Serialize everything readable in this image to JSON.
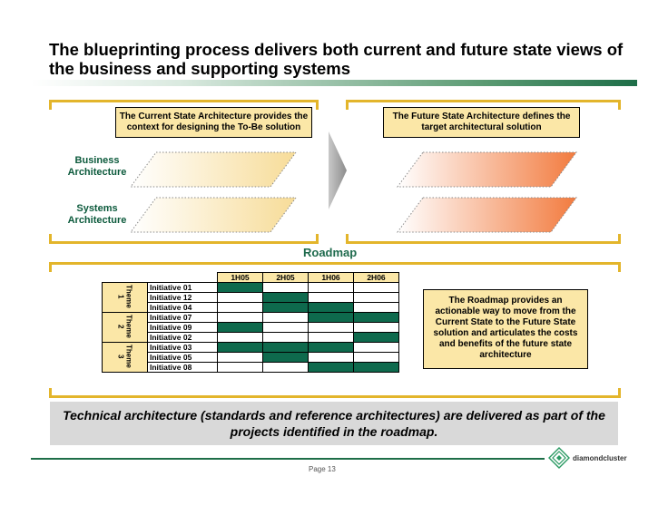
{
  "title": "The blueprinting process delivers both current and future state views of the business and supporting systems",
  "current_callout": "The Current State Architecture provides the context for designing the To-Be solution",
  "future_callout": "The Future State Architecture defines the target architectural solution",
  "layers": {
    "business": "Business Architecture",
    "systems": "Systems Architecture"
  },
  "roadmap_label": "Roadmap",
  "roadmap": {
    "columns": [
      "1H05",
      "2H05",
      "1H06",
      "2H06"
    ],
    "themes": [
      "Theme 1",
      "Theme 2",
      "Theme 3"
    ],
    "initiatives": [
      {
        "name": "Initiative 01",
        "cells": [
          1,
          0,
          0,
          0
        ]
      },
      {
        "name": "Initiative 12",
        "cells": [
          0,
          1,
          0,
          0
        ]
      },
      {
        "name": "Initiative 04",
        "cells": [
          0,
          1,
          1,
          0
        ]
      },
      {
        "name": "Initiative 07",
        "cells": [
          0,
          0,
          1,
          1
        ]
      },
      {
        "name": "Initiative 09",
        "cells": [
          1,
          0,
          0,
          0
        ]
      },
      {
        "name": "Initiative 02",
        "cells": [
          0,
          0,
          0,
          1
        ]
      },
      {
        "name": "Initiative 03",
        "cells": [
          1,
          1,
          1,
          0
        ]
      },
      {
        "name": "Initiative 05",
        "cells": [
          0,
          1,
          0,
          0
        ]
      },
      {
        "name": "Initiative 08",
        "cells": [
          0,
          0,
          1,
          1
        ]
      }
    ],
    "filled_color": "#0e6a4d"
  },
  "roadmap_callout": "The Roadmap provides an actionable way to move from the Current State to the Future State solution and articulates the costs and benefits of the future state architecture",
  "footer": "Technical architecture (standards and reference architectures) are delivered as part of the projects identified in the roadmap.",
  "page": "Page  13",
  "logo": "diamondcluster",
  "colors": {
    "accent": "#e3b52b",
    "callout": "#fbe7a7",
    "green": "#0e6a4d",
    "orange": "#f28a4d"
  }
}
